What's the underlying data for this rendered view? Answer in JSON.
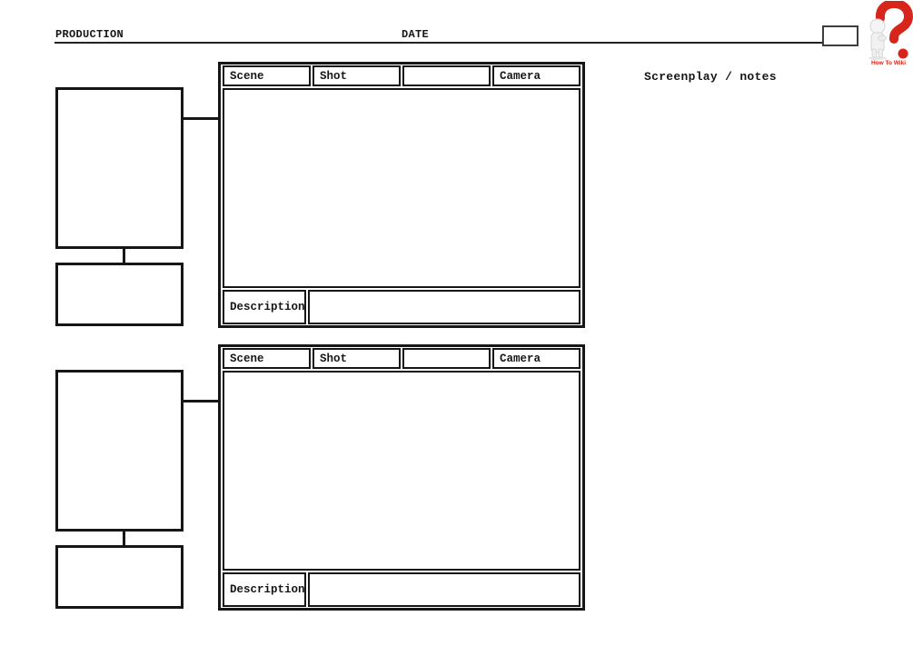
{
  "header": {
    "production_label": "PRODUCTION",
    "date_label": "DATE"
  },
  "logo": {
    "brand_name": "How To Wiki",
    "question_mark": "?",
    "accent_color": "#d8251b"
  },
  "notes": {
    "heading": "Screenplay / notes"
  },
  "panels": [
    {
      "scene_label": "Scene",
      "shot_label": "Shot",
      "camera_label": "Camera",
      "description_label": "Description"
    },
    {
      "scene_label": "Scene",
      "shot_label": "Shot",
      "camera_label": "Camera",
      "description_label": "Description"
    }
  ]
}
